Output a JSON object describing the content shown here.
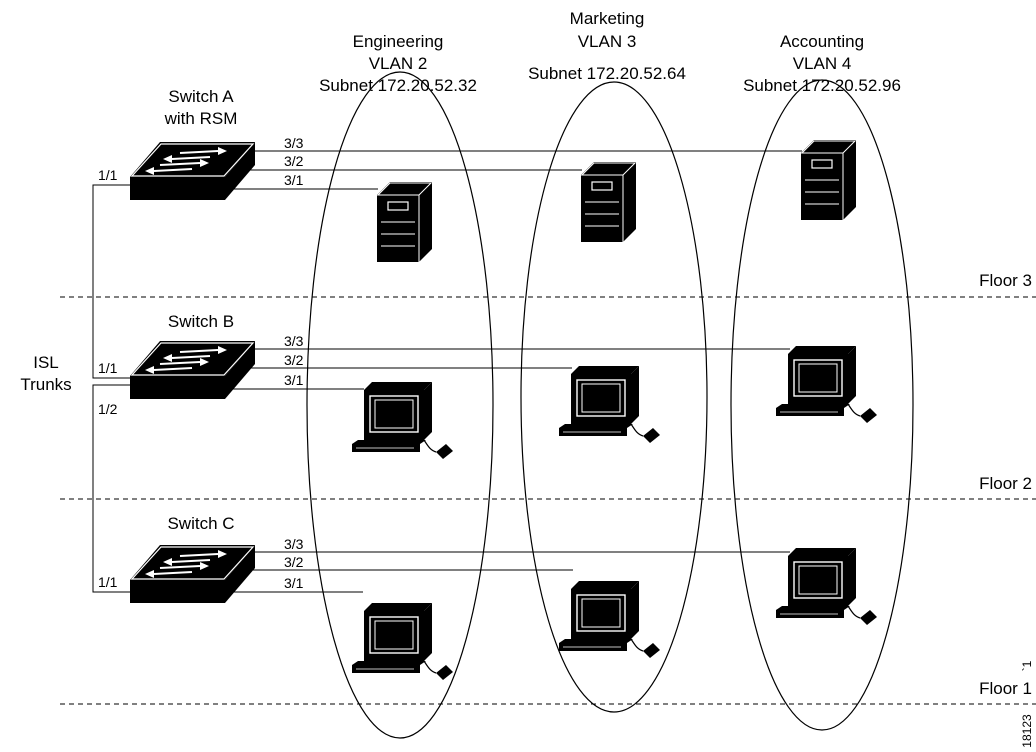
{
  "vlans": [
    {
      "name": "Engineering",
      "vlan": "VLAN 2",
      "subnet": "Subnet 172.20.52.32"
    },
    {
      "name": "Marketing",
      "vlan": "VLAN 3",
      "subnet": "Subnet 172.20.52.64"
    },
    {
      "name": "Accounting",
      "vlan": "VLAN 4",
      "subnet": "Subnet 172.20.52.96"
    }
  ],
  "switches": {
    "a": {
      "line1": "Switch A",
      "line2": "with RSM",
      "port_1_1": "1/1"
    },
    "b": {
      "line1": "Switch B",
      "port_1_1": "1/1",
      "port_1_2": "1/2"
    },
    "c": {
      "line1": "Switch C",
      "port_1_1": "1/1"
    }
  },
  "ports": {
    "p33": "3/3",
    "p32": "3/2",
    "p31": "3/1"
  },
  "isl": {
    "line1": "ISL",
    "line2": "Trunks"
  },
  "floors": {
    "floor3": "Floor 3",
    "floor2": "Floor 2",
    "floor1": "Floor 1"
  },
  "figure_id": "18123",
  "figure_id_suffix": "`1"
}
